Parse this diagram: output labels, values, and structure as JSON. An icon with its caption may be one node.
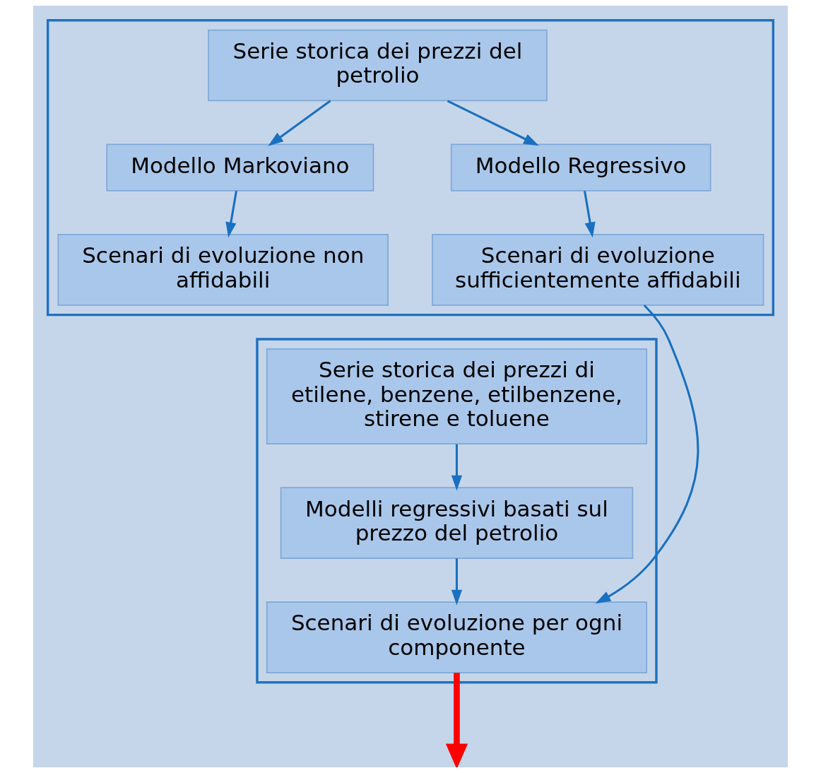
{
  "diagram": {
    "nodes": [
      {
        "text": [],
        "shape": "box"
      },
      {
        "text": [
          "Serie storica dei prezzi del petrolio"
        ],
        "in": 0
      },
      {
        "text": [
          "Modello Markoviano"
        ],
        "in": 0
      },
      {
        "text": [
          "Modello Regressivo"
        ],
        "in": 0
      },
      {
        "text": [
          "Scenari di evoluzione non affidabili"
        ],
        "in": 0
      },
      {
        "text": [
          "Scenari di evoluzione sufficientemente affidabili"
        ],
        "in": 0
      },
      {
        "text": [],
        "shape": "box"
      },
      {
        "text": [
          "Serie storica dei prezzi di etilene, benzene, etilbenzene, stirene e toluene"
        ],
        "in": 6
      },
      {
        "text": [
          "Modelli regressivi basati sul prezzo del petrolio"
        ],
        "in": 6
      },
      {
        "text": [
          "Scenari di evoluzione per ogni componente"
        ],
        "in": 6
      }
    ],
    "edges": [
      {
        "from": 1,
        "to": 2,
        "arrow": "to"
      },
      {
        "from": 1,
        "to": 3,
        "arrow": "to"
      },
      {
        "from": 2,
        "to": 4,
        "arrow": "to"
      },
      {
        "from": 3,
        "to": 5,
        "arrow": "to"
      },
      {
        "from": 7,
        "to": 8,
        "arrow": "to"
      },
      {
        "from": 8,
        "to": 9,
        "arrow": "to"
      },
      {
        "from": 5,
        "to": 9,
        "arrow": "to"
      },
      {
        "from": 9,
        "to": null,
        "arrow": "to",
        "style": "thick",
        "color": "#ff0000"
      }
    ]
  }
}
